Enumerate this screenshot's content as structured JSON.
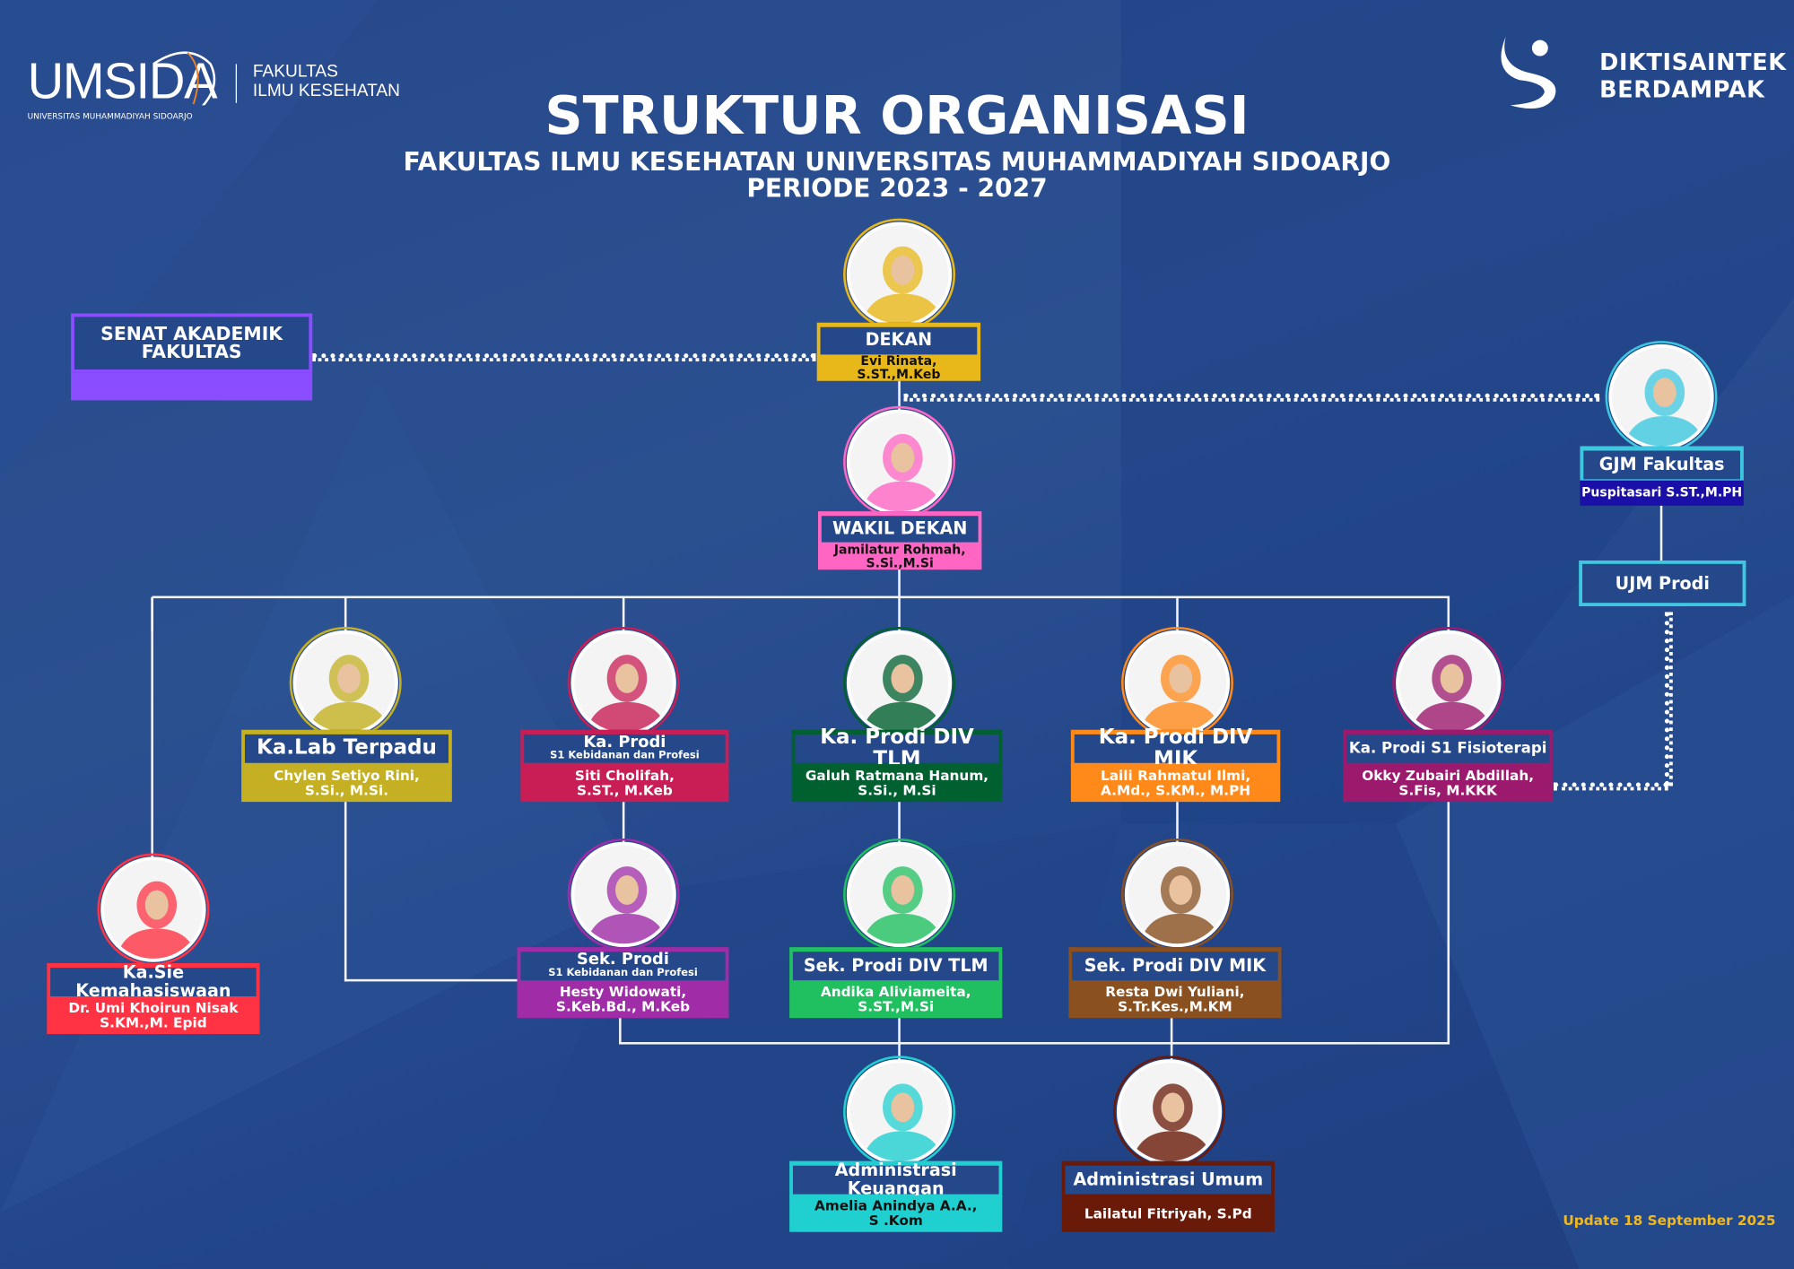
{
  "header": {
    "logo_left": {
      "brand": "UMSIDA",
      "sub": "UNIVERSITAS MUHAMMADIYAH SIDOARJO",
      "faculty_line1": "FAKULTAS",
      "faculty_line2": "ILMU KESEHATAN"
    },
    "logo_right": {
      "line1": "DIKTISAINTEK",
      "line2": "BERDAMPAK"
    },
    "title": "STRUKTUR ORGANISASI",
    "subtitle": "FAKULTAS ILMU KESEHATAN UNIVERSITAS MUHAMMADIYAH SIDOARJO",
    "period": "PERIODE 2023 - 2027"
  },
  "senat": {
    "line1": "SENAT AKADEMIK",
    "line2": "FAKULTAS",
    "color": "#8a4dff"
  },
  "ujm": {
    "label": "UJM Prodi",
    "color": "#3ec8e0"
  },
  "nodes": [
    {
      "id": "dekan",
      "title": "DEKAN",
      "sub": "",
      "name": [
        "Evi Rinata, S.ST.,M.Keb"
      ],
      "color": "#e8b81a",
      "name_text": "#111111"
    },
    {
      "id": "wakil-dekan",
      "title": "WAKIL DEKAN",
      "sub": "",
      "name": [
        "Jamilatur Rohmah,",
        "S.Si.,M.Si"
      ],
      "color": "#ff66c4",
      "name_text": "#111111"
    },
    {
      "id": "gjm-fakultas",
      "title": "GJM Fakultas",
      "sub": "",
      "name": [
        "Puspitasari S.ST.,M.PH"
      ],
      "color": "#3ec8e0",
      "name_bg": "#1a10a8",
      "name_text": "#ffffff"
    },
    {
      "id": "ka-lab-terpadu",
      "title": "Ka.Lab Terpadu",
      "sub": "",
      "name": [
        "Chylen Setiyo Rini,",
        "S.Si., M.Si."
      ],
      "color": "#c4b022",
      "name_text": "#ffffff"
    },
    {
      "id": "ka-prodi-s1-kebidanan",
      "title": "Ka. Prodi",
      "sub": "S1 Kebidanan dan Profesi",
      "name": [
        "Siti Cholifah,",
        "S.ST., M.Keb"
      ],
      "color": "#c81e55",
      "name_text": "#ffffff"
    },
    {
      "id": "ka-prodi-div-tlm",
      "title": "Ka. Prodi DIV TLM",
      "sub": "",
      "name": [
        "Galuh Ratmana Hanum,",
        "S.Si., M.Si"
      ],
      "color": "#006030",
      "name_text": "#ffffff"
    },
    {
      "id": "ka-prodi-div-mik",
      "title": "Ka. Prodi DIV MIK",
      "sub": "",
      "name": [
        "Laili Rahmatul Ilmi,",
        "A.Md., S.KM., M.PH"
      ],
      "color": "#ff8a1a",
      "name_text": "#ffffff"
    },
    {
      "id": "ka-prodi-s1-fisioterapi",
      "title": "Ka. Prodi S1 Fisioterapi",
      "sub": "",
      "name": [
        "Okky Zubairi Abdillah,",
        "S.Fis, M.KKK"
      ],
      "color": "#9c1a6e",
      "name_text": "#ffffff"
    },
    {
      "id": "ka-sie-kemahasiswaan",
      "title": "Ka.Sie Kemahasiswaan",
      "sub": "",
      "name": [
        "Dr. Umi Khoirun Nisak",
        "S.KM.,M. Epid"
      ],
      "color": "#ff3344",
      "name_text": "#ffffff"
    },
    {
      "id": "sek-prodi-s1-kebidanan",
      "title": "Sek. Prodi",
      "sub": "S1 Kebidanan dan Profesi",
      "name": [
        "Hesty Widowati,",
        "S.Keb.Bd., M.Keb"
      ],
      "color": "#a02ca8",
      "name_text": "#ffffff"
    },
    {
      "id": "sek-prodi-div-tlm",
      "title": "Sek. Prodi DIV TLM",
      "sub": "",
      "name": [
        "Andika Aliviameita,",
        "S.ST.,M.Si"
      ],
      "color": "#20c060",
      "name_text": "#ffffff"
    },
    {
      "id": "sek-prodi-div-mik",
      "title": "Sek. Prodi DIV MIK",
      "sub": "",
      "name": [
        "Resta Dwi Yuliani,",
        "S.Tr.Kes.,M.KM"
      ],
      "color": "#8a5020",
      "name_text": "#ffffff"
    },
    {
      "id": "administrasi-keuangan",
      "title": "Administrasi Keuangan",
      "sub": "",
      "name": [
        "Amelia Anindya A.A.,",
        "S .Kom"
      ],
      "color": "#20d0d0",
      "name_text": "#111111"
    },
    {
      "id": "administrasi-umum",
      "title": "Administrasi Umum",
      "sub": "",
      "name": [
        "Lailatul Fitriyah, S.Pd"
      ],
      "color": "#6a1a08",
      "name_text": "#ffffff"
    }
  ],
  "footer": {
    "update": "Update 18 September 2025",
    "color": "#f0b820"
  }
}
